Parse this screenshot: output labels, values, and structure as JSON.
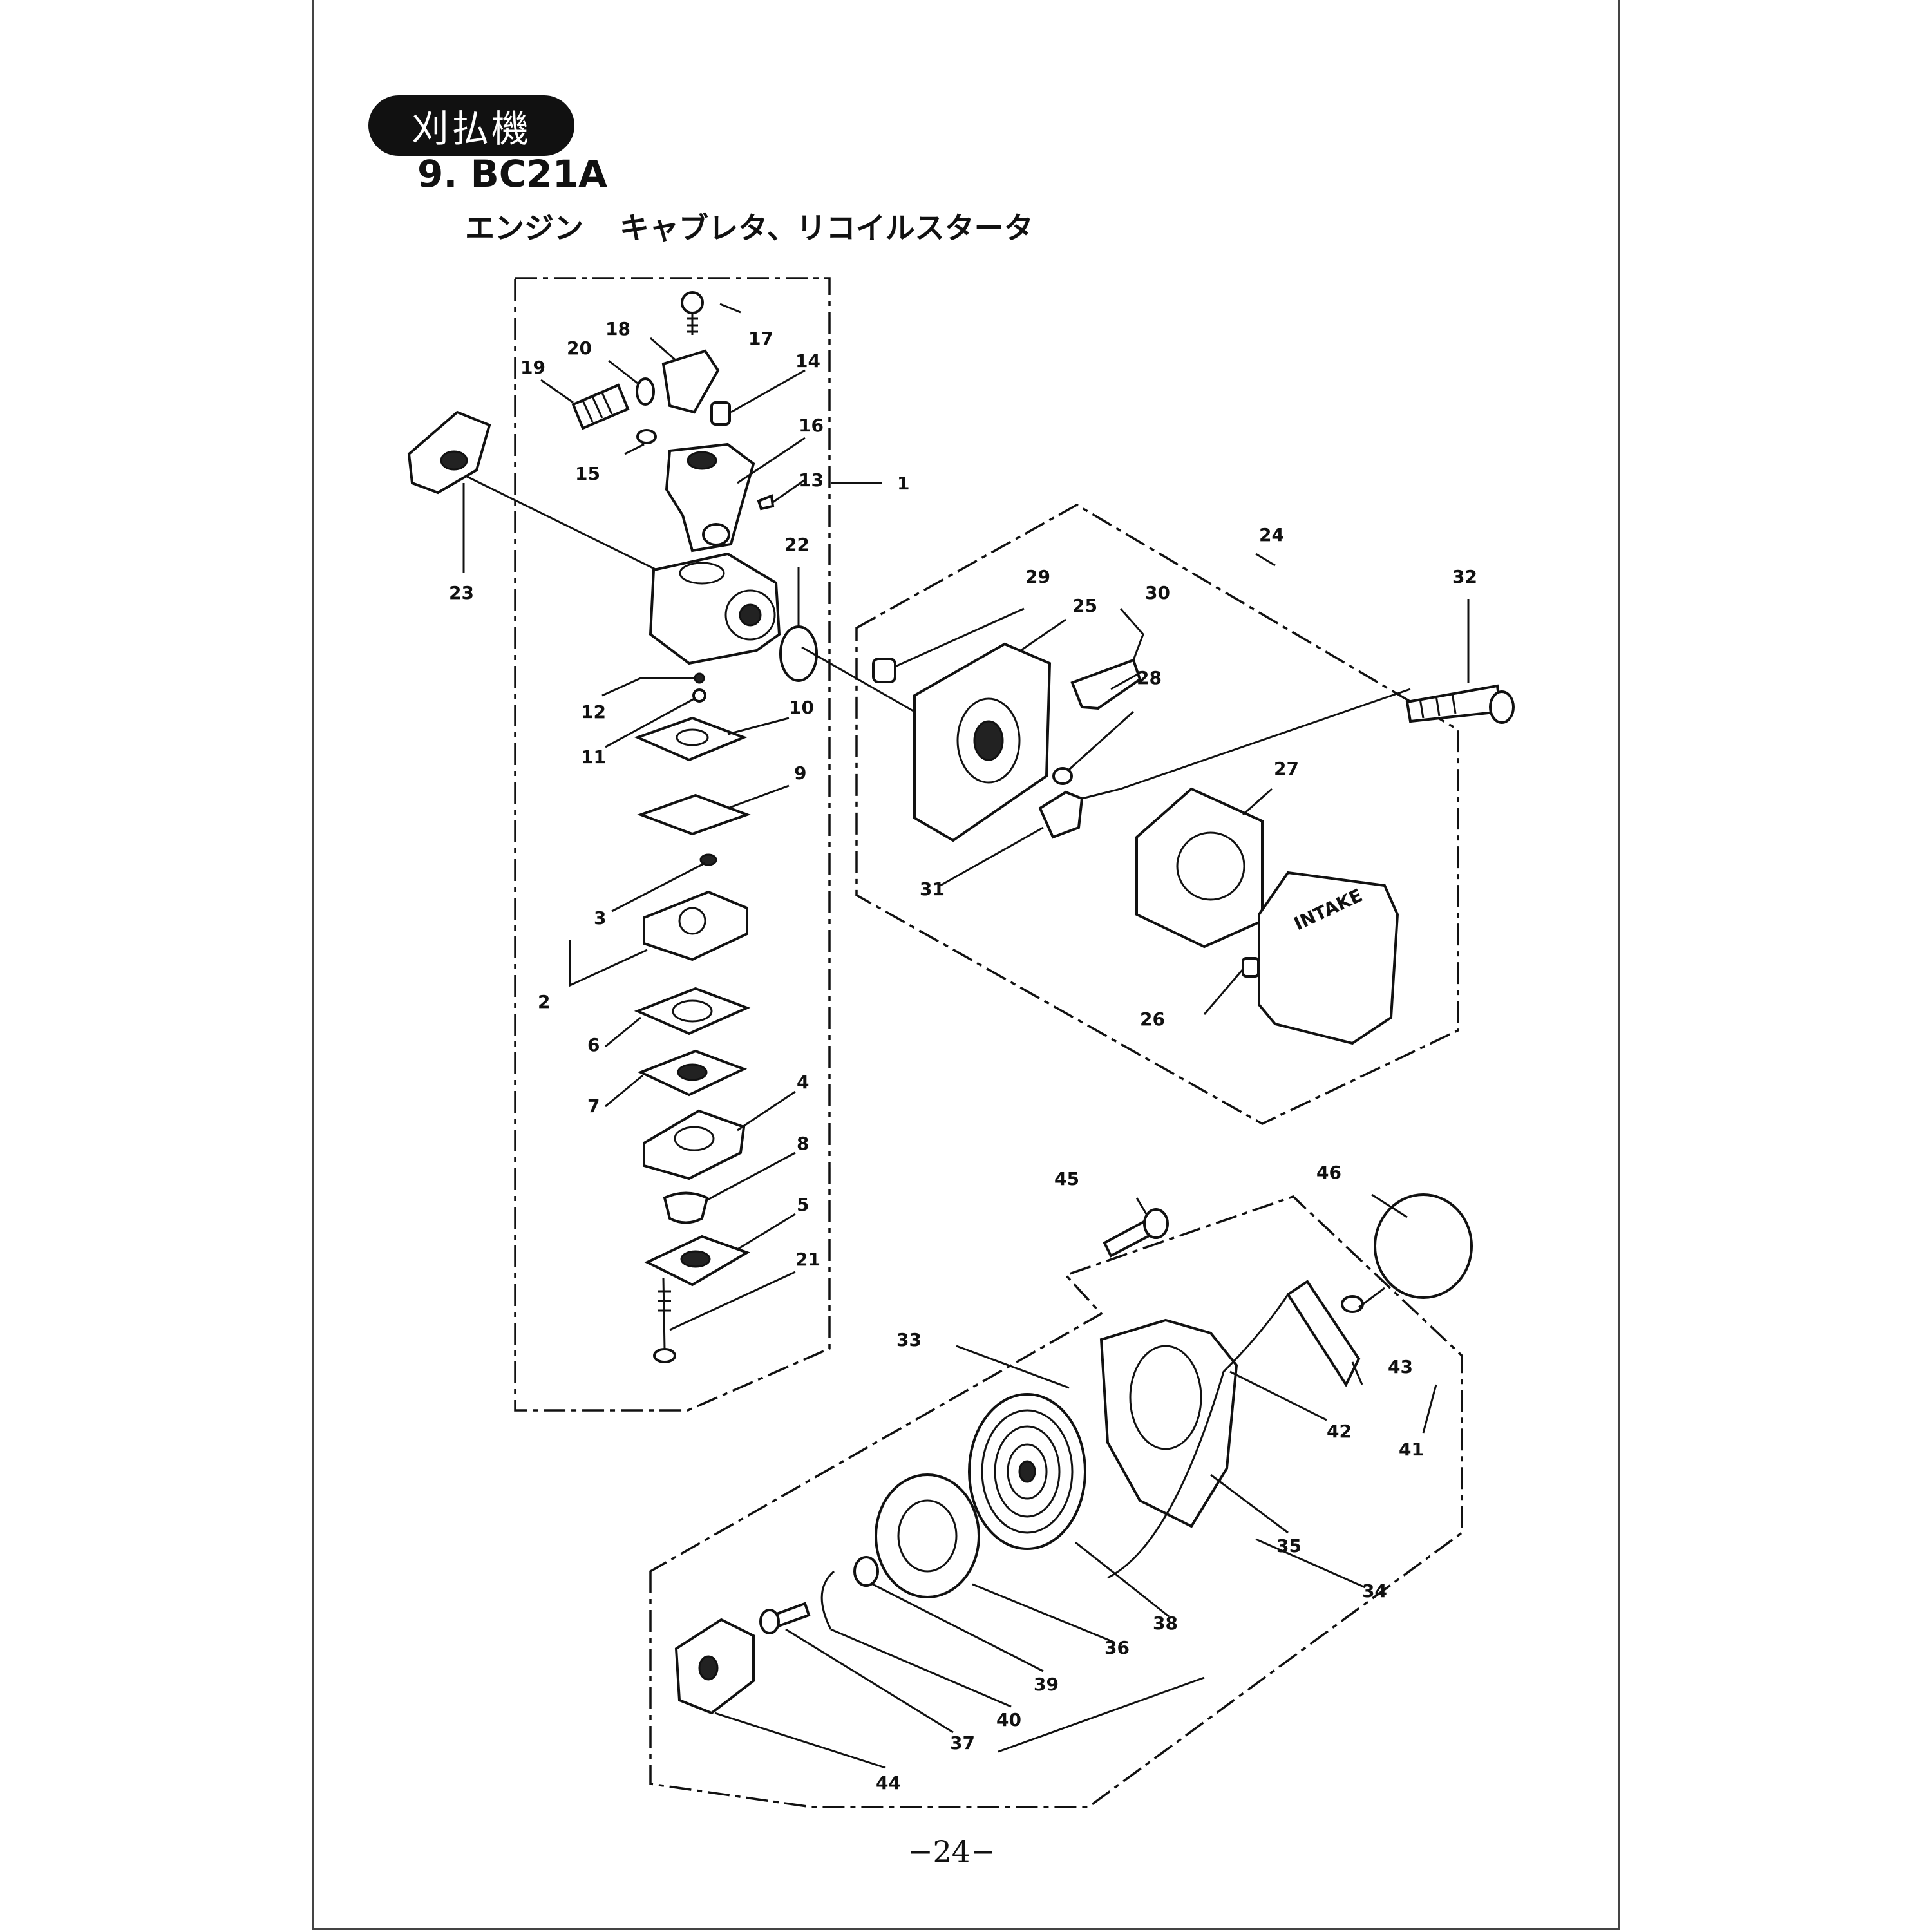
{
  "header": {
    "category_badge": "刈払機",
    "model_title": "9. BC21A",
    "section_title": "エンジン",
    "section_subtitle": "キャブレタ、リコイルスタータ"
  },
  "footer": {
    "page_number": "−24−"
  },
  "diagram": {
    "brand_text_on_cover": "INTAKE",
    "part_numbers": [
      "1",
      "2",
      "3",
      "4",
      "5",
      "6",
      "7",
      "8",
      "9",
      "10",
      "11",
      "12",
      "13",
      "14",
      "15",
      "16",
      "17",
      "18",
      "19",
      "20",
      "21",
      "22",
      "23",
      "24",
      "25",
      "26",
      "27",
      "28",
      "29",
      "30",
      "31",
      "32",
      "33",
      "34",
      "35",
      "36",
      "37",
      "38",
      "39",
      "40",
      "41",
      "42",
      "43",
      "44",
      "45",
      "46"
    ]
  }
}
